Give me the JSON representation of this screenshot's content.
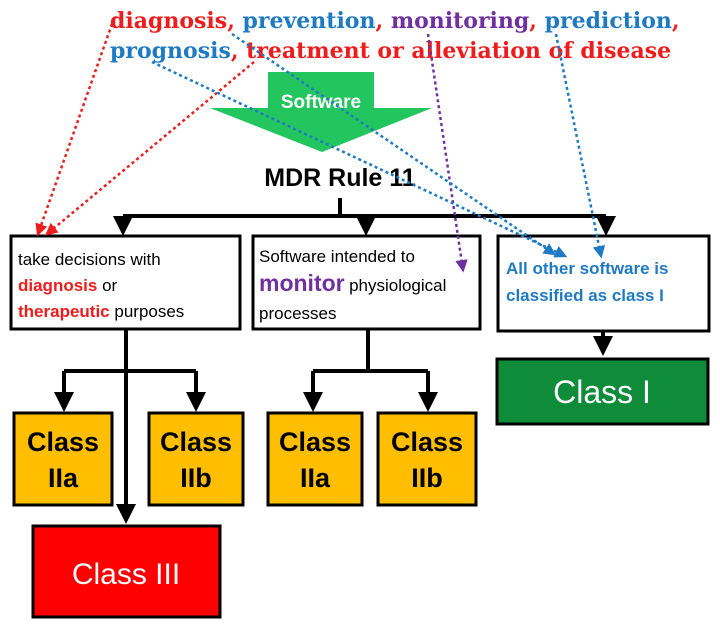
{
  "colors": {
    "red": "#ee1c1c",
    "blue": "#1f7ac4",
    "purple": "#7030a0",
    "green_arrow": "#22c55e",
    "class_orange": "#ffbf00",
    "class_one_green": "#0e8c3a",
    "class_three_red": "#ff0000",
    "black": "#000000"
  },
  "header": {
    "line1": {
      "diagnosis": "diagnosis",
      "comma1": ",",
      "prevention": "prevention",
      "comma2": ",",
      "monitoring": "monitoring",
      "comma3": ",",
      "prediction": "prediction",
      "comma4": ","
    },
    "line2": {
      "prognosis": "prognosis",
      "comma5": ",",
      "treatment": "treatment or alleviation of disease"
    }
  },
  "arrow_label": "Software",
  "title": "MDR Rule 11",
  "boxes": {
    "diagnosis_box": {
      "line1": "take decisions with",
      "diagnosis": "diagnosis",
      "or": "or",
      "therapeutic": "therapeutic",
      "purposes": "purposes"
    },
    "monitor_box": {
      "line1": "Software intended to",
      "monitor": "monitor",
      "physiological": "physiological",
      "processes": "processes"
    },
    "other_box": {
      "line1": "All other software is",
      "line2": "classified as class I"
    }
  },
  "classes": {
    "left_iia_line1": "Class",
    "left_iia_line2": "IIa",
    "left_iib_line1": "Class",
    "left_iib_line2": "IIb",
    "mid_iia_line1": "Class",
    "mid_iia_line2": "IIa",
    "mid_iib_line1": "Class",
    "mid_iib_line2": "IIb",
    "class_three": "Class III",
    "class_one": "Class I"
  }
}
